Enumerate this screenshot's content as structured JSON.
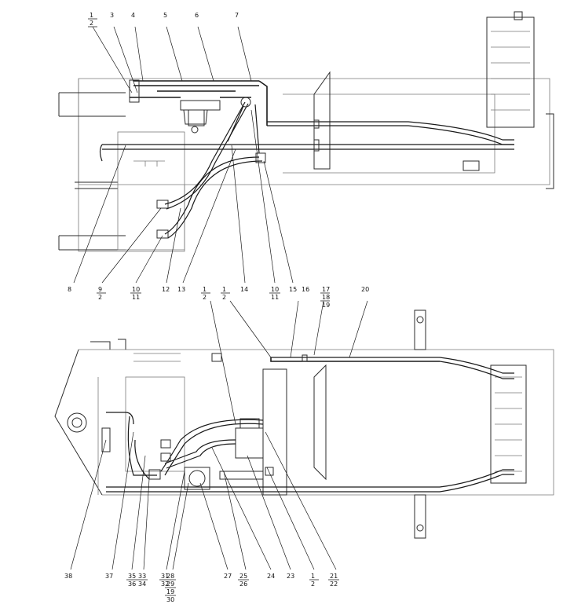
{
  "top_view": {
    "callouts_top_row": [
      {
        "label": "1",
        "sub": "2"
      },
      {
        "label": "3"
      },
      {
        "label": "4"
      },
      {
        "label": "5"
      },
      {
        "label": "6"
      },
      {
        "label": "7"
      }
    ],
    "callouts_bottom_row": [
      {
        "label": "8"
      },
      {
        "label": "9",
        "sub": "2"
      },
      {
        "label": "10",
        "sub": "11"
      },
      {
        "label": "12"
      },
      {
        "label": "13"
      },
      {
        "label": "14"
      },
      {
        "label": "10",
        "sub": "11"
      },
      {
        "label": "15"
      }
    ]
  },
  "bottom_view": {
    "callouts_top_row": [
      {
        "label": "1",
        "sub": "2"
      },
      {
        "label": "1",
        "sub": "2"
      },
      {
        "label": "16"
      },
      {
        "label": "17",
        "sub": "18",
        "sub2": "19"
      },
      {
        "label": "20"
      }
    ],
    "callouts_bottom_row": [
      {
        "label": "38"
      },
      {
        "label": "37"
      },
      {
        "label": "35",
        "sub": "36"
      },
      {
        "label": "33",
        "sub": "34"
      },
      {
        "label": "31",
        "sub": "32"
      },
      {
        "label": "28",
        "sub": "29",
        "sub2": "19",
        "sub3": "30"
      },
      {
        "label": "27"
      },
      {
        "label": "25",
        "sub": "26"
      },
      {
        "label": "24"
      },
      {
        "label": "23"
      },
      {
        "label": "1",
        "sub": "2"
      },
      {
        "label": "21",
        "sub": "22"
      }
    ]
  }
}
